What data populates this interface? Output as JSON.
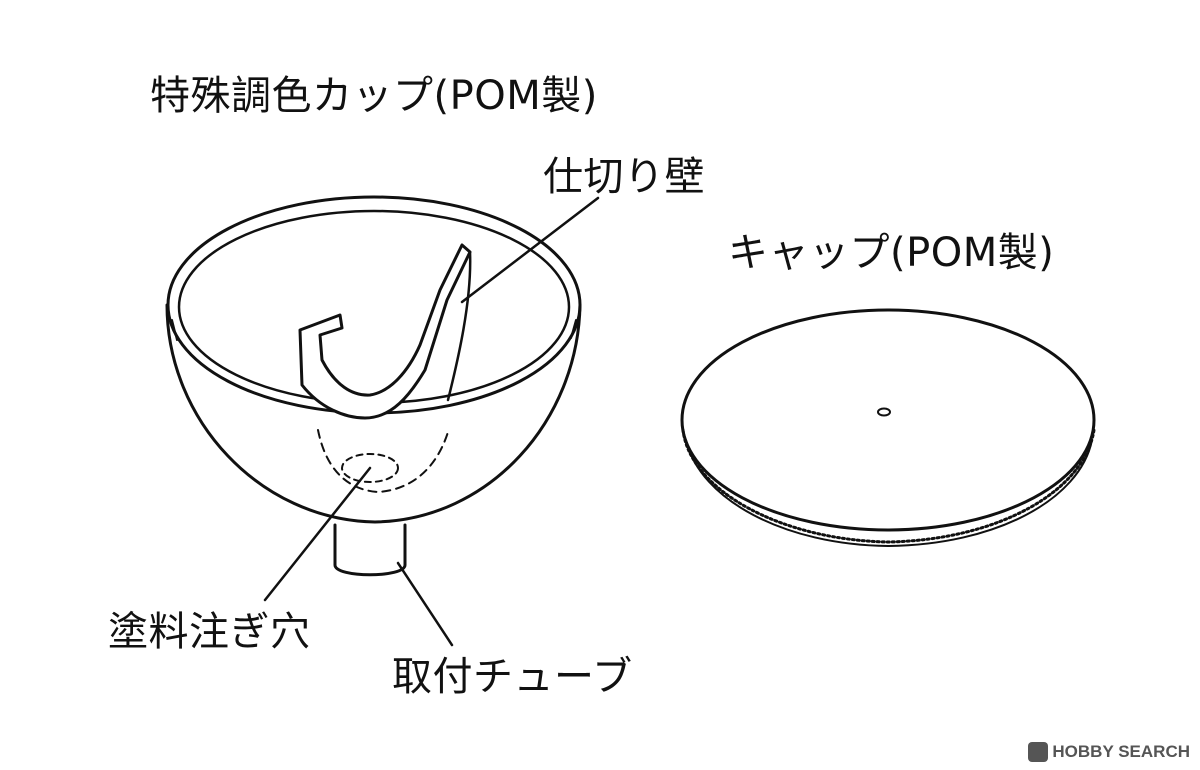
{
  "labels": {
    "cup": "特殊調色カップ(POM製)",
    "divider": "仕切り壁",
    "cap": "キャップ(POM製)",
    "pour_hole": "塗料注ぎ穴",
    "tube": "取付チューブ"
  },
  "watermark": {
    "text": "HOBBY SEARCH"
  },
  "colors": {
    "line": "#111111",
    "background": "#ffffff"
  }
}
